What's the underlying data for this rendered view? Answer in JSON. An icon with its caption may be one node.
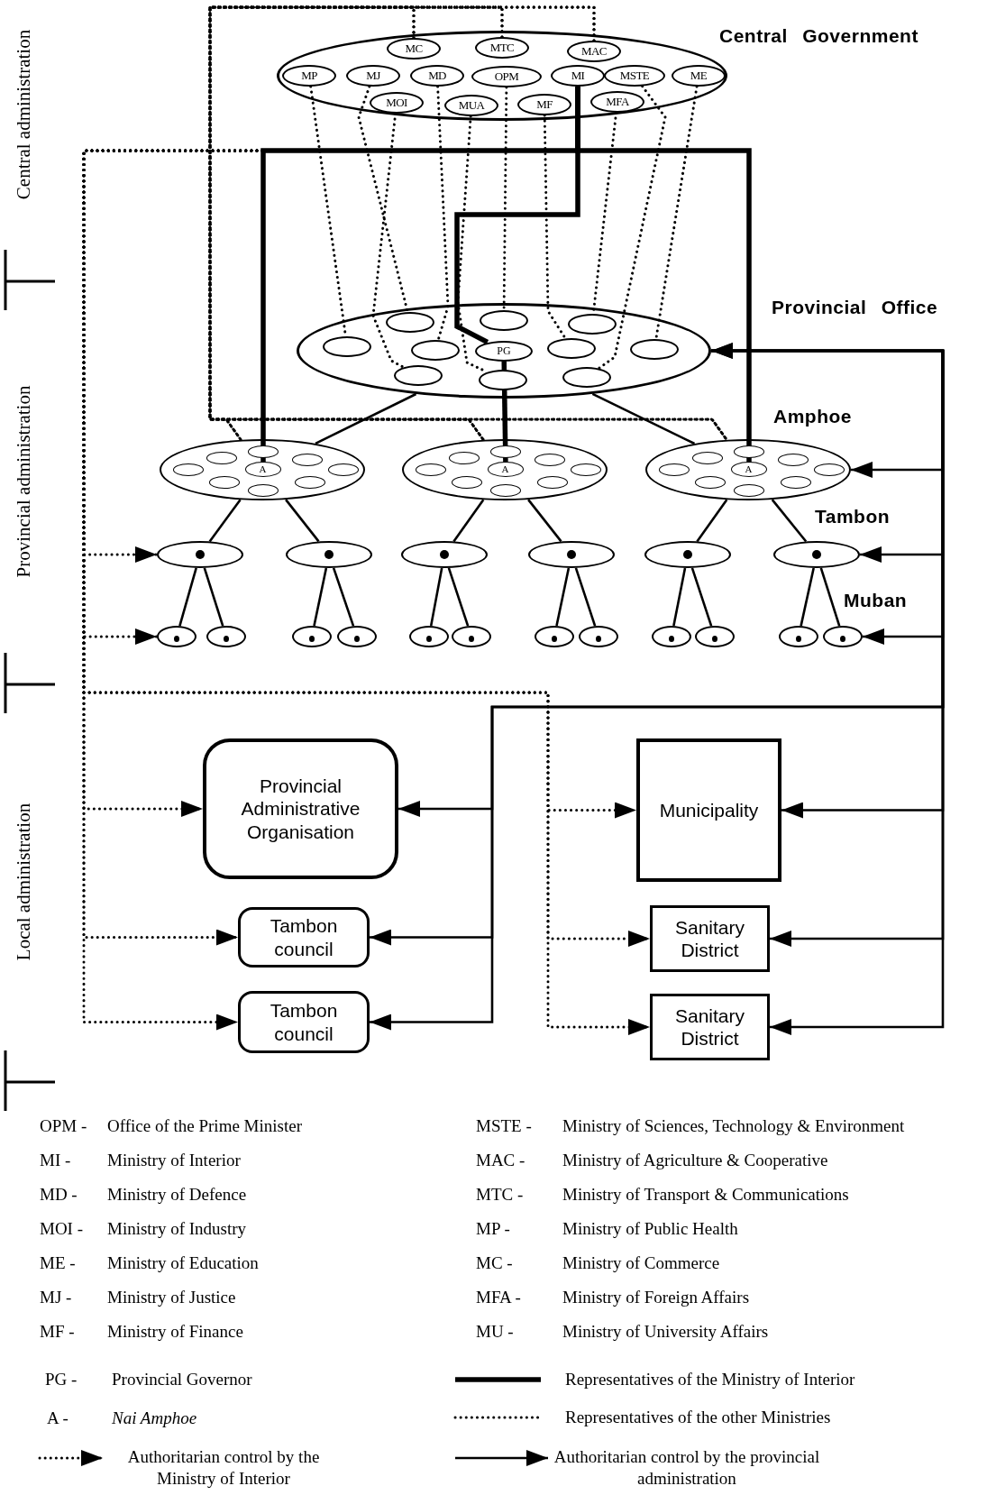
{
  "diagram": {
    "nodes": [
      {
        "text": [],
        "shape": "ellipse"
      },
      {
        "text": [
          "MC"
        ],
        "in": 0
      },
      {
        "text": [
          "MTC"
        ],
        "in": 0
      },
      {
        "text": [
          "MAC"
        ],
        "in": 0
      },
      {
        "text": [
          "MP"
        ],
        "in": 0
      },
      {
        "text": [
          "MJ"
        ],
        "in": 0
      },
      {
        "text": [
          "MD"
        ],
        "in": 0
      },
      {
        "text": [
          "OPM"
        ],
        "in": 0
      },
      {
        "text": [
          "MI"
        ],
        "in": 0
      },
      {
        "text": [
          "MSTE"
        ],
        "in": 0
      },
      {
        "text": [
          "ME"
        ],
        "in": 0
      },
      {
        "text": [
          "MOI"
        ],
        "in": 0
      },
      {
        "text": [
          "MUA"
        ],
        "in": 0
      },
      {
        "text": [
          "MF"
        ],
        "in": 0
      },
      {
        "text": [
          "MFA"
        ],
        "in": 0
      },
      {
        "text": [],
        "shape": "ellipse"
      },
      {
        "text": [],
        "shape": "ellipse",
        "in": 15
      },
      {
        "text": [],
        "shape": "ellipse",
        "in": 15
      },
      {
        "text": [],
        "shape": "ellipse",
        "in": 15
      },
      {
        "text": [],
        "shape": "ellipse",
        "in": 15
      },
      {
        "text": [],
        "shape": "ellipse",
        "in": 15
      },
      {
        "text": [
          "PG"
        ],
        "in": 15
      },
      {
        "text": [],
        "shape": "ellipse",
        "in": 15
      },
      {
        "text": [],
        "shape": "ellipse",
        "in": 15
      },
      {
        "text": [],
        "shape": "ellipse",
        "in": 15
      },
      {
        "text": [],
        "shape": "ellipse",
        "in": 15
      },
      {
        "text": [],
        "shape": "ellipse",
        "in": 15
      },
      {
        "text": [],
        "shape": "ellipse"
      },
      {
        "text": [],
        "shape": "ellipse",
        "in": 27
      },
      {
        "text": [],
        "shape": "ellipse",
        "in": 27
      },
      {
        "text": [],
        "shape": "ellipse",
        "in": 27
      },
      {
        "text": [],
        "shape": "ellipse",
        "in": 27
      },
      {
        "text": [
          "A"
        ],
        "in": 27
      },
      {
        "text": [],
        "shape": "ellipse",
        "in": 27
      },
      {
        "text": [],
        "shape": "ellipse",
        "in": 27
      },
      {
        "text": [],
        "shape": "ellipse",
        "in": 27
      },
      {
        "text": [],
        "shape": "ellipse",
        "in": 27
      },
      {
        "text": [],
        "shape": "ellipse"
      },
      {
        "text": [],
        "shape": "ellipse",
        "in": 37
      },
      {
        "text": [],
        "shape": "ellipse",
        "in": 37
      },
      {
        "text": [],
        "shape": "ellipse",
        "in": 37
      },
      {
        "text": [],
        "shape": "ellipse",
        "in": 37
      },
      {
        "text": [
          "A"
        ],
        "in": 37
      },
      {
        "text": [],
        "shape": "ellipse",
        "in": 37
      },
      {
        "text": [],
        "shape": "ellipse",
        "in": 37
      },
      {
        "text": [],
        "shape": "ellipse",
        "in": 37
      },
      {
        "text": [],
        "shape": "ellipse",
        "in": 37
      },
      {
        "text": [],
        "shape": "ellipse"
      },
      {
        "text": [],
        "shape": "ellipse",
        "in": 47
      },
      {
        "text": [],
        "shape": "ellipse",
        "in": 47
      },
      {
        "text": [],
        "shape": "ellipse",
        "in": 47
      },
      {
        "text": [],
        "shape": "ellipse",
        "in": 47
      },
      {
        "text": [
          "A"
        ],
        "in": 47
      },
      {
        "text": [],
        "shape": "ellipse",
        "in": 47
      },
      {
        "text": [],
        "shape": "ellipse",
        "in": 47
      },
      {
        "text": [],
        "shape": "ellipse",
        "in": 47
      },
      {
        "text": [],
        "shape": "ellipse",
        "in": 47
      },
      {
        "text": [],
        "shape": "ellipse"
      },
      {
        "text": [],
        "shape": "ellipse"
      },
      {
        "text": [],
        "shape": "ellipse"
      },
      {
        "text": [],
        "shape": "ellipse"
      },
      {
        "text": [],
        "shape": "ellipse"
      },
      {
        "text": [],
        "shape": "ellipse"
      },
      {
        "text": [],
        "shape": "ellipse"
      },
      {
        "text": [],
        "shape": "ellipse"
      },
      {
        "text": [],
        "shape": "ellipse"
      },
      {
        "text": [],
        "shape": "ellipse"
      },
      {
        "text": [],
        "shape": "ellipse"
      },
      {
        "text": [],
        "shape": "ellipse"
      },
      {
        "text": [],
        "shape": "ellipse"
      },
      {
        "text": [],
        "shape": "ellipse"
      },
      {
        "text": [],
        "shape": "ellipse"
      },
      {
        "text": [],
        "shape": "ellipse"
      },
      {
        "text": [],
        "shape": "ellipse"
      },
      {
        "text": [],
        "shape": "ellipse"
      },
      {
        "text": [
          "Provincial Administrative Organisation"
        ]
      },
      {
        "text": [
          "Municipality"
        ]
      },
      {
        "text": [
          "Tambon council"
        ]
      },
      {
        "text": [
          "Sanitary District"
        ]
      },
      {
        "text": [
          "Tambon council"
        ]
      },
      {
        "text": [
          "Sanitary District"
        ]
      }
    ],
    "edges": [
      {
        "from": 4,
        "to": 19,
        "arrow": "none",
        "style": "dashed"
      },
      {
        "from": 5,
        "to": 16,
        "arrow": "none",
        "style": "dashed"
      },
      {
        "from": 6,
        "to": 20,
        "arrow": "none",
        "style": "dashed"
      },
      {
        "from": 11,
        "to": 24,
        "arrow": "none",
        "style": "dashed"
      },
      {
        "from": 7,
        "to": 17,
        "arrow": "none",
        "style": "dashed"
      },
      {
        "from": 12,
        "to": 25,
        "arrow": "none",
        "style": "dashed"
      },
      {
        "from": 13,
        "to": 22,
        "arrow": "none",
        "style": "dashed"
      },
      {
        "from": 14,
        "to": 18,
        "arrow": "none",
        "style": "dashed"
      },
      {
        "from": 9,
        "to": 26,
        "arrow": "none",
        "style": "dashed"
      },
      {
        "from": 10,
        "to": 23,
        "arrow": "none",
        "style": "dashed"
      },
      {
        "from": 8,
        "to": 21,
        "arrow": "none",
        "style": "thick"
      },
      {
        "from": 8,
        "to": 32,
        "arrow": "none",
        "style": "thick"
      },
      {
        "from": 8,
        "to": 52,
        "arrow": "none",
        "style": "thick"
      },
      {
        "from": 21,
        "to": 42,
        "arrow": "none",
        "style": "thick"
      },
      {
        "from": 1,
        "to": 27,
        "arrow": "none",
        "style": "dashed"
      },
      {
        "from": 1,
        "to": 37,
        "arrow": "none",
        "style": "dashed"
      },
      {
        "from": 1,
        "to": 47,
        "arrow": "none",
        "style": "dashed"
      },
      {
        "from": 2,
        "to": 27,
        "arrow": "none",
        "style": "dashed"
      },
      {
        "from": 2,
        "to": 37,
        "arrow": "none",
        "style": "dashed"
      },
      {
        "from": 2,
        "to": 47,
        "arrow": "none",
        "style": "dashed"
      },
      {
        "from": 3,
        "to": 27,
        "arrow": "none",
        "style": "dashed"
      },
      {
        "from": 3,
        "to": 37,
        "arrow": "none",
        "style": "dashed"
      },
      {
        "from": 3,
        "to": 47,
        "arrow": "none",
        "style": "dashed"
      },
      {
        "from": 15,
        "to": 27,
        "arrow": "none"
      },
      {
        "from": 15,
        "to": 47,
        "arrow": "none"
      },
      {
        "from": 27,
        "to": 57,
        "arrow": "none"
      },
      {
        "from": 27,
        "to": 58,
        "arrow": "none"
      },
      {
        "from": 37,
        "to": 59,
        "arrow": "none"
      },
      {
        "from": 37,
        "to": 60,
        "arrow": "none"
      },
      {
        "from": 47,
        "to": 61,
        "arrow": "none"
      },
      {
        "from": 47,
        "to": 62,
        "arrow": "none"
      },
      {
        "from": 57,
        "to": 63,
        "arrow": "none"
      },
      {
        "from": 57,
        "to": 64,
        "arrow": "none"
      },
      {
        "from": 58,
        "to": 65,
        "arrow": "none"
      },
      {
        "from": 58,
        "to": 66,
        "arrow": "none"
      },
      {
        "from": 59,
        "to": 67,
        "arrow": "none"
      },
      {
        "from": 59,
        "to": 68,
        "arrow": "none"
      },
      {
        "from": 60,
        "to": 69,
        "arrow": "none"
      },
      {
        "from": 60,
        "to": 70,
        "arrow": "none"
      },
      {
        "from": 61,
        "to": 71,
        "arrow": "none"
      },
      {
        "from": 61,
        "to": 72,
        "arrow": "none"
      },
      {
        "from": 62,
        "to": 73,
        "arrow": "none"
      },
      {
        "from": 62,
        "to": 74,
        "arrow": "none"
      },
      {
        "from": 8,
        "to": 57,
        "arrow": "to",
        "style": "dashed"
      },
      {
        "from": 8,
        "to": 63,
        "arrow": "to",
        "style": "dashed"
      },
      {
        "from": 8,
        "to": 75,
        "arrow": "to",
        "style": "dashed"
      },
      {
        "from": 8,
        "to": 77,
        "arrow": "to",
        "style": "dashed"
      },
      {
        "from": 8,
        "to": 79,
        "arrow": "to",
        "style": "dashed"
      },
      {
        "from": 8,
        "to": 76,
        "arrow": "to",
        "style": "dashed"
      },
      {
        "from": 8,
        "to": 78,
        "arrow": "to",
        "style": "dashed"
      },
      {
        "from": 8,
        "to": 80,
        "arrow": "to",
        "style": "dashed"
      },
      {
        "from": 15,
        "to": 47,
        "arrow": "both"
      },
      {
        "from": 15,
        "to": 62,
        "arrow": "both"
      },
      {
        "from": 15,
        "to": 74,
        "arrow": "to"
      },
      {
        "from": 15,
        "to": 76,
        "arrow": "to"
      },
      {
        "from": 15,
        "to": 78,
        "arrow": "to"
      },
      {
        "from": 15,
        "to": 80,
        "arrow": "to"
      },
      {
        "from": 15,
        "to": 75,
        "arrow": "to"
      },
      {
        "from": 15,
        "to": 77,
        "arrow": "to"
      },
      {
        "from": 15,
        "to": 79,
        "arrow": "to"
      }
    ],
    "labels": [
      "Central Government",
      "Provincial Office",
      "Amphoe",
      "Tambon",
      "Muban",
      "Central administration",
      "Provincial administration",
      "Local administration",
      "OPM -",
      "Office of the Prime Minister",
      "MSTE -",
      "Ministry of Sciences, Technology & Environment",
      "MI -",
      "Ministry of Interior",
      "MAC -",
      "Ministry of Agriculture & Cooperative",
      "MD -",
      "Ministry of Defence",
      "MTC -",
      "Ministry of Transport & Communications",
      "MOI -",
      "Ministry of Industry",
      "MP -",
      "Ministry of Public Health",
      "ME -",
      "Ministry of Education",
      "MC -",
      "Ministry of Commerce",
      "MJ -",
      "Ministry of Justice",
      "MFA -",
      "Ministry of Foreign Affairs",
      "MF -",
      "Ministry of Finance",
      "MU -",
      "Ministry of University Affairs",
      "PG -",
      "Provincial Governor",
      "A -",
      "Nai Amphoe"
    ],
    "legend": [
      {
        "text": "Representatives of the Ministry of Interior"
      },
      {
        "text": "Representatives of the other Ministries"
      },
      {
        "text": "Authoritarian control by the Ministry of Interior"
      },
      {
        "text": "Authoritarian control by the provincial administration"
      }
    ]
  }
}
